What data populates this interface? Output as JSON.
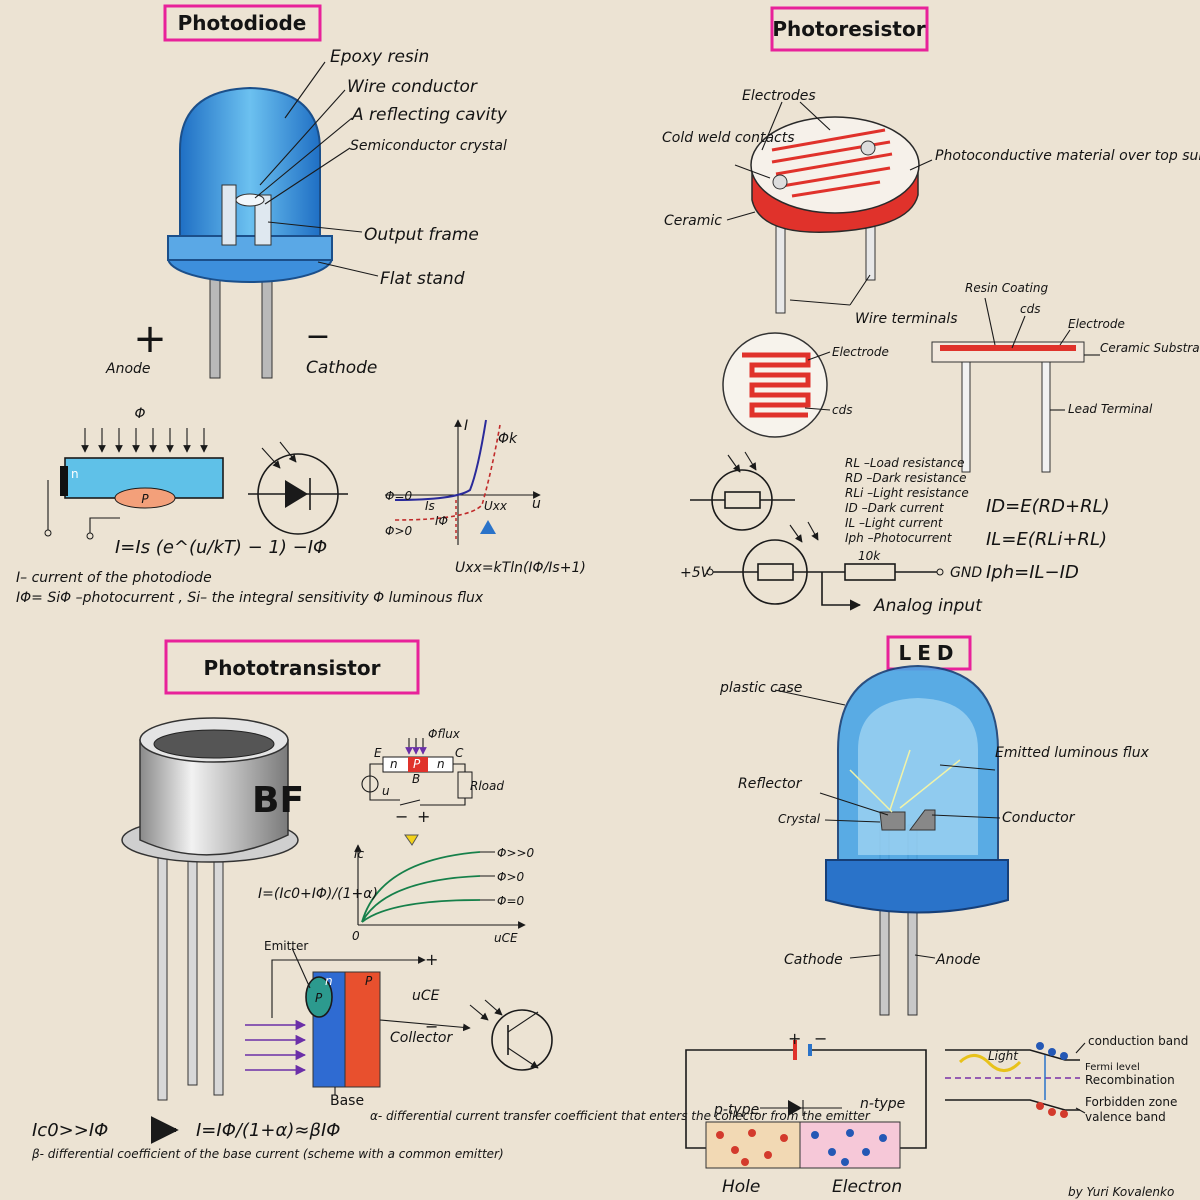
{
  "colors": {
    "paper": "#ece3d3",
    "title_box": "#e8229a",
    "accent": "#e0322b",
    "blue": "#2a73c9",
    "led_blue": "#4aa6e6",
    "ink": "#141414"
  },
  "photodiode": {
    "title": "Photodiode",
    "labels": {
      "epoxy": "Epoxy resin",
      "wire": "Wire conductor",
      "cavity": "A reflecting cavity",
      "crystal": "Semiconductor crystal",
      "frame": "Output frame",
      "stand": "Flat stand",
      "anode": "Anode",
      "cathode": "Cathode",
      "plus": "+",
      "minus": "−"
    },
    "diagram": {
      "flux": "Φ",
      "p": "P",
      "n": "n",
      "i_axis": "I",
      "u_axis": "u",
      "phi_k": "Φk",
      "phi0": "Φ=0",
      "phigt0": "Φ>0",
      "is": "Is",
      "iphi": "IΦ",
      "uxx": "Uxx"
    },
    "formula": "I=Is (e^(u/kT) − 1) −IΦ",
    "uxx_formula": "Uxx=kTln(IΦ/Is+1)",
    "note1": "I– current of the photodiode",
    "note2": "IΦ= SiΦ –photocurrent , Si– the integral sensitivity  Φ luminous flux"
  },
  "photoresistor": {
    "title": "Photoresistor",
    "labels": {
      "electrodes": "Electrodes",
      "cold_weld": "Cold weld contacts",
      "material": "Photoconductive material over top surface",
      "ceramic": "Ceramic",
      "wire_terminals": "Wire terminals",
      "electrode": "Electrode",
      "cds": "cds",
      "resin": "Resin Coating",
      "cds2": "cds",
      "electrode2": "Electrode",
      "substrate": "Ceramic Substrate",
      "lead": "Lead Terminal"
    },
    "legend": [
      "RL –Load resistance",
      "RD –Dark resistance",
      "RLi –Light resistance",
      "ID –Dark current",
      "IL –Light current",
      "Iph –Photocurrent"
    ],
    "eq1": "ID=E(RD+RL)",
    "eq2": "IL=E(RLi+RL)",
    "eq3": "Iph=IL−ID",
    "circuit": {
      "v5": "+5V",
      "r": "10k",
      "gnd": "GND",
      "analog": "Analog input"
    }
  },
  "phototransistor": {
    "title": "Phototransistor",
    "can_label": "BF",
    "circuit": {
      "flux": "Φflux",
      "e": "E",
      "n1": "n",
      "p": "P",
      "n2": "n",
      "c": "C",
      "b": "B",
      "u": "u",
      "rload": "Rload",
      "plus": "+",
      "minus": "−"
    },
    "graph": {
      "ic": "Ic",
      "uce": "uCE",
      "o": "0",
      "c1": "Φ>>0",
      "c2": "Φ>0",
      "c3": "Φ=0"
    },
    "formula1": "I=(Ic0+IΦ)/(1+α)",
    "labels": {
      "emitter": "Emitter",
      "p1": "P",
      "n": "n",
      "p2": "P",
      "uce": "uCE",
      "collector": "Collector",
      "base": "Base",
      "plus": "+",
      "minus": "−"
    },
    "relation": "Ic0>>IΦ",
    "formula2": "I=IΦ/(1+α)≈βIΦ",
    "beta_note": "β- differential coefficient of the base current (scheme with a common emitter)",
    "alpha_note": "α- differential current transfer coefficient that enters the collector from the emitter"
  },
  "led": {
    "title": "LED",
    "labels": {
      "plastic": "plastic case",
      "emitted": "Emitted luminous flux",
      "reflector": "Reflector",
      "crystal": "Crystal",
      "conductor": "Conductor",
      "cathode": "Cathode",
      "anode": "Anode"
    },
    "junction": {
      "p": "p-type",
      "n": "n-type",
      "hole": "Hole",
      "electron": "Electron",
      "plus": "+",
      "minus": "−"
    },
    "band": {
      "conduction": "conduction band",
      "fermi": "Fermi level",
      "recomb": "Recombination",
      "forbidden": "Forbidden zone",
      "valence": "valence band",
      "light": "Light"
    }
  },
  "signature": "by  Yuri  Kovalenko"
}
